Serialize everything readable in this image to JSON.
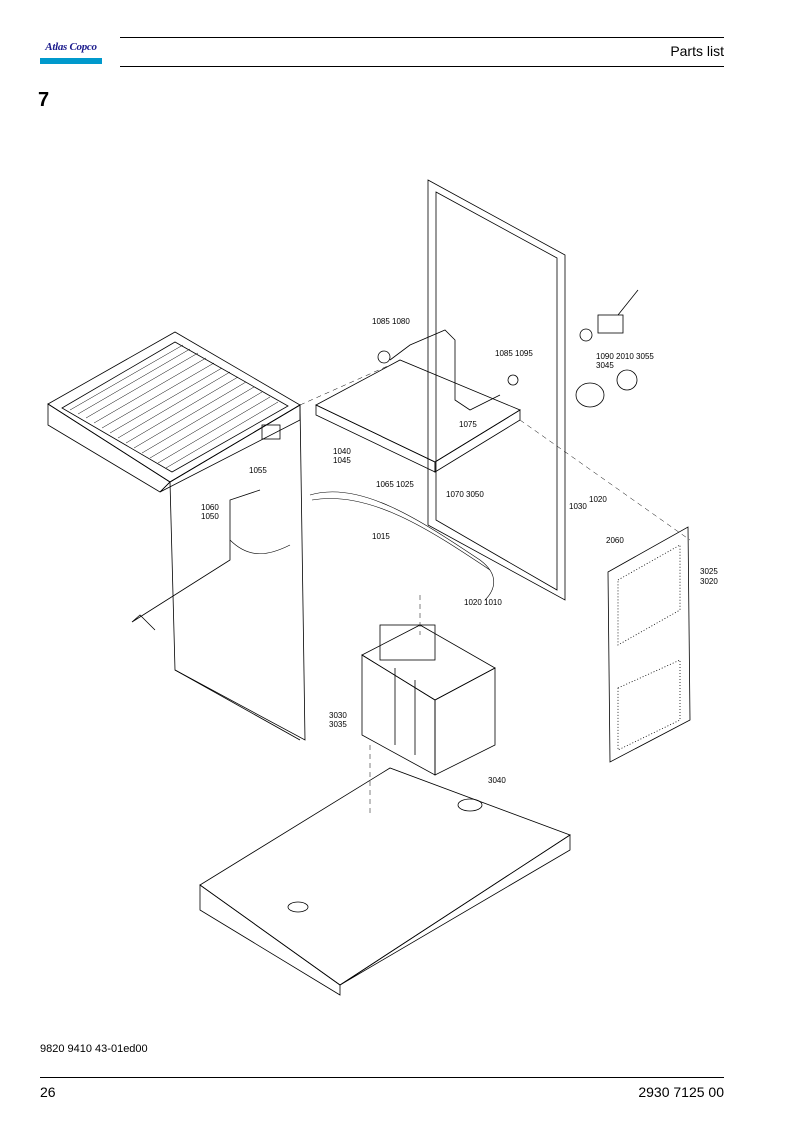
{
  "header": {
    "logo_text": "Atlas Copco",
    "title": "Parts list"
  },
  "section": {
    "number": "7"
  },
  "drawing": {
    "callouts": [
      "1085 1080",
      "1085 1095",
      "1090 2010 3055",
      "3045",
      "1075",
      "1040",
      "1045",
      "1055",
      "1065 1025",
      "1070 3050",
      "1060",
      "1050",
      "1015",
      "1030",
      "1020",
      "2060",
      "3025",
      "3020",
      "1020 1010",
      "3030",
      "3035",
      "3040"
    ]
  },
  "footer": {
    "doc_id": "9820 9410 43-01ed00",
    "page": "26",
    "part_number": "2930 7125 00"
  }
}
